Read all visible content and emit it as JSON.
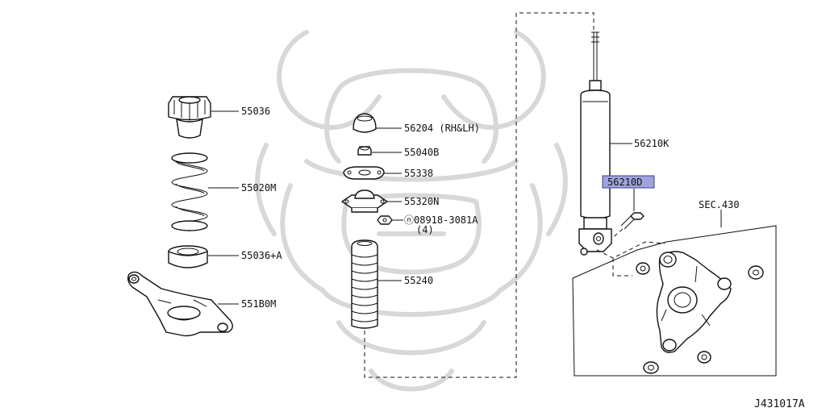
{
  "diagram": {
    "callouts": {
      "p55036": "55036",
      "p55020m": "55020M",
      "p55036a": "55036+A",
      "p551b0m": "551B0M",
      "p56204": "56204 (RH&LH)",
      "p55040b": "55040B",
      "p55338": "55338",
      "p55320n": "55320N",
      "p08918": "ⓝ08918-3081A",
      "p08918_qty": "(4)",
      "p55240": "55240",
      "p56210k": "56210K",
      "p56210d": "56210D",
      "sec430": "SEC.430"
    },
    "highlight_color": "#9fa4dc",
    "diagram_code": "J431017A"
  }
}
